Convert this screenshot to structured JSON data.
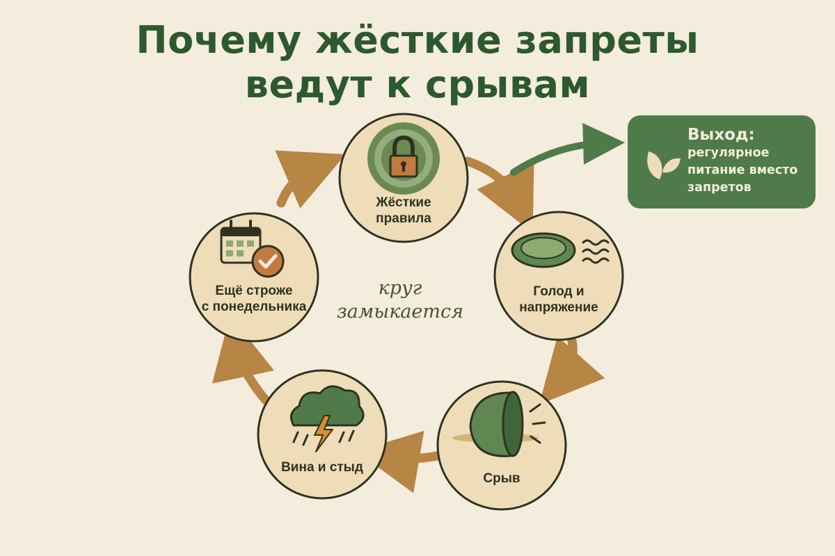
{
  "title": {
    "line1": "Почему жёсткие запреты",
    "line2": "ведут к срывам"
  },
  "center_label": {
    "line1": "круг",
    "line2": "замыкается"
  },
  "nodes": [
    {
      "id": "rules",
      "icon": "padlock-icon",
      "line1": "Жёсткие",
      "line2": "правила"
    },
    {
      "id": "hunger",
      "icon": "empty-plate-icon",
      "line1": "Голод и",
      "line2": "напряжение"
    },
    {
      "id": "binge",
      "icon": "tipped-bowl-icon",
      "line1": "Срыв",
      "line2": ""
    },
    {
      "id": "guilt",
      "icon": "storm-cloud-icon",
      "line1": "Вина и стыд",
      "line2": ""
    },
    {
      "id": "stricter",
      "icon": "calendar-check-icon",
      "line1": "Ещё строже",
      "line2": "с понедельника"
    }
  ],
  "exit": {
    "heading": "Выход:",
    "line1": "регулярное",
    "line2": "питание вместо",
    "line3": "запретов",
    "icon": "sprout-leaves-icon"
  },
  "colors": {
    "background": "#f4ecdc",
    "title": "#2c5a2e",
    "node_fill": "#efdcb8",
    "node_stroke": "#2e3222",
    "cycle_arrow": "#b78645",
    "exit_green": "#4f7a4a",
    "icon_green": "#5f8751"
  }
}
